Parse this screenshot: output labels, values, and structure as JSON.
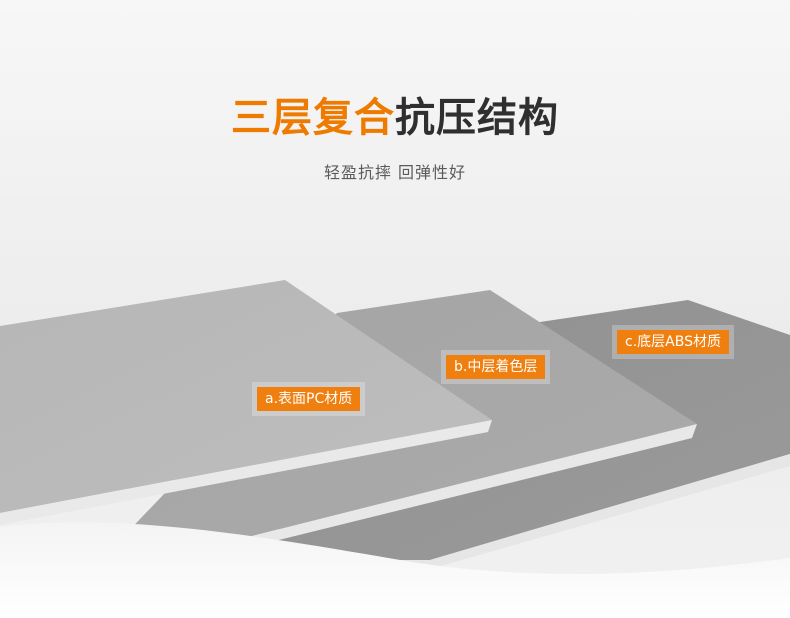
{
  "headline": {
    "accent_text": "三层复合",
    "dark_text": "抗压结构"
  },
  "subtitle": "轻盈抗摔 回弹性好",
  "layers": [
    {
      "label": "a.表面PC材质"
    },
    {
      "label": "b.中层着色层"
    },
    {
      "label": "c.底层ABS材质"
    }
  ],
  "colors": {
    "accent": "#ee7a00",
    "tag_background": "#ef7f0f",
    "headline_dark": "#2f2f2f",
    "background": "#f1f1f1"
  }
}
